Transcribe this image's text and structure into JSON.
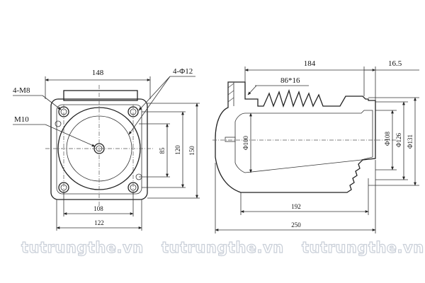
{
  "front_view": {
    "dimensions": {
      "width_top": "148",
      "bolt_holes": "4-M8",
      "mount_holes": "4-Φ12",
      "center_thread": "M10",
      "height_85": "85",
      "height_120": "120",
      "height_150": "150",
      "width_108": "108",
      "width_122": "122"
    }
  },
  "side_view": {
    "dimensions": {
      "length_184": "184",
      "length_16_5": "16.5",
      "shed_spec": "86*16",
      "dia_100": "Φ100",
      "dia_108": "Φ108",
      "dia_126": "Φ126",
      "dia_131": "Φ131",
      "length_192": "192",
      "length_250": "250"
    }
  },
  "watermark": {
    "texts": [
      "tutrungthe.vn",
      "tutrungthe.vn",
      "tutrungthe.vn"
    ]
  }
}
